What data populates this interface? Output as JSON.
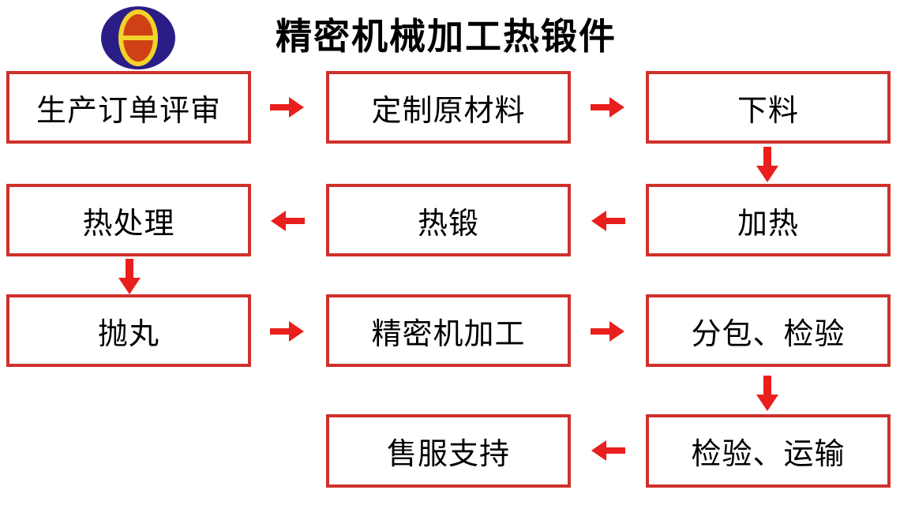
{
  "header": {
    "title": "精密机械加工热锻件",
    "logo_icon": "theta-oval-logo"
  },
  "colors": {
    "background": "#ffffff",
    "text": "#000000",
    "box_border": "#cf312c",
    "arrow": "#e81f1c",
    "logo_outer": "#2b1d86",
    "logo_fill": "#d04016",
    "logo_accent": "#f1d32b"
  },
  "flowchart": {
    "nodes": [
      {
        "id": "order-review",
        "label": "生产订单评审"
      },
      {
        "id": "custom-raw-material",
        "label": "定制原材料"
      },
      {
        "id": "cutting",
        "label": "下料"
      },
      {
        "id": "heat-treatment",
        "label": "热处理"
      },
      {
        "id": "hot-forging",
        "label": "热锻"
      },
      {
        "id": "heating",
        "label": "加热"
      },
      {
        "id": "shot-blasting",
        "label": "抛丸"
      },
      {
        "id": "precision-machining",
        "label": "精密机加工"
      },
      {
        "id": "subcontract-inspection",
        "label": "分包、检验"
      },
      {
        "id": "after-sales-support",
        "label": "售服支持"
      },
      {
        "id": "inspection-transport",
        "label": "检验、运输"
      }
    ],
    "connections": [
      {
        "from": "order-review",
        "to": "custom-raw-material",
        "direction": "right"
      },
      {
        "from": "custom-raw-material",
        "to": "cutting",
        "direction": "right"
      },
      {
        "from": "cutting",
        "to": "heating",
        "direction": "down"
      },
      {
        "from": "heating",
        "to": "hot-forging",
        "direction": "left"
      },
      {
        "from": "hot-forging",
        "to": "heat-treatment",
        "direction": "left"
      },
      {
        "from": "heat-treatment",
        "to": "shot-blasting",
        "direction": "down"
      },
      {
        "from": "shot-blasting",
        "to": "precision-machining",
        "direction": "right"
      },
      {
        "from": "precision-machining",
        "to": "subcontract-inspection",
        "direction": "right"
      },
      {
        "from": "subcontract-inspection",
        "to": "inspection-transport",
        "direction": "down"
      },
      {
        "from": "inspection-transport",
        "to": "after-sales-support",
        "direction": "left"
      }
    ]
  }
}
